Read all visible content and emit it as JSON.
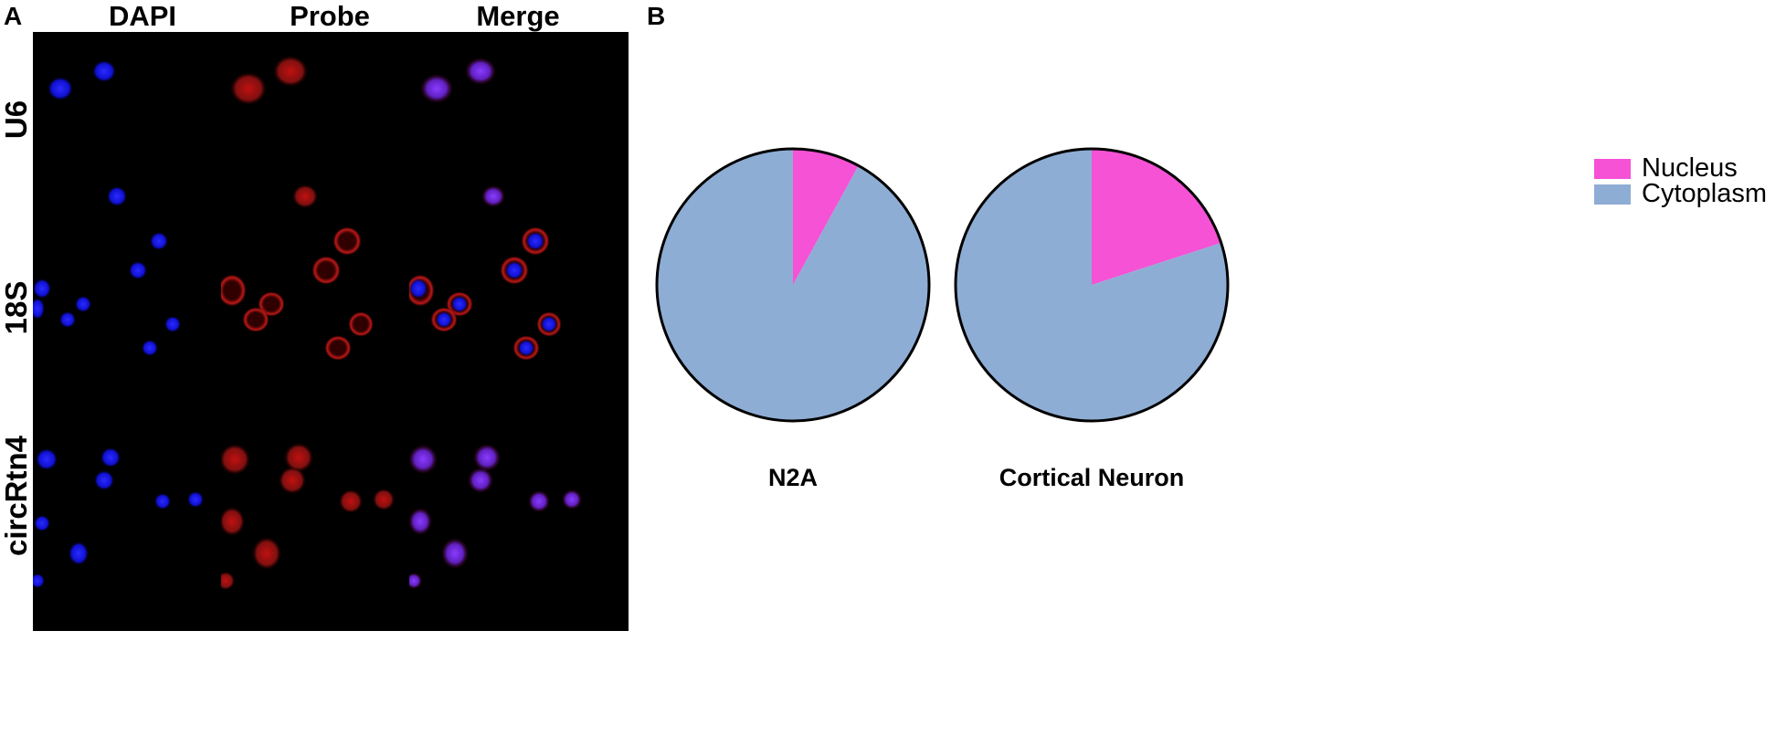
{
  "panel_a": {
    "letter": "A",
    "columns": [
      "DAPI",
      "Probe",
      "Merge"
    ],
    "rows": [
      "U6",
      "18S",
      "circRtn4"
    ]
  },
  "panel_b": {
    "letter": "B",
    "legend": [
      {
        "label": "Nucleus",
        "color": "#f552d6"
      },
      {
        "label": "Cytoplasm",
        "color": "#8eadd4"
      }
    ]
  },
  "chart_data": [
    {
      "type": "pie",
      "title": "N2A",
      "categories": [
        "Nucleus",
        "Cytoplasm"
      ],
      "values": [
        8,
        92
      ],
      "colors": [
        "#f552d6",
        "#8eadd4"
      ]
    },
    {
      "type": "pie",
      "title": "Cortical Neuron",
      "categories": [
        "Nucleus",
        "Cytoplasm"
      ],
      "values": [
        20,
        80
      ],
      "colors": [
        "#f552d6",
        "#8eadd4"
      ]
    }
  ]
}
